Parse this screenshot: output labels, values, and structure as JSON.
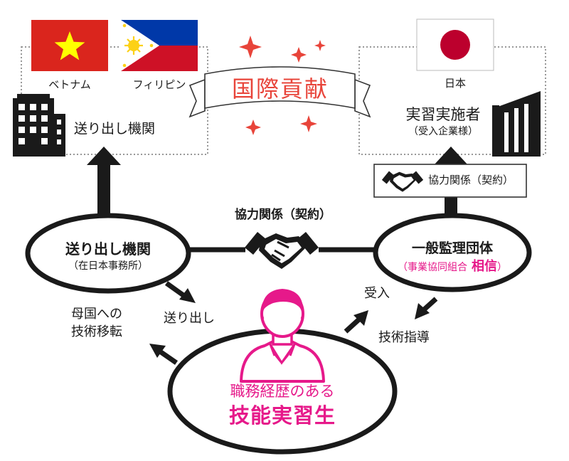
{
  "banner": {
    "title": "国際貢献"
  },
  "flags": {
    "vietnam_label": "ベトナム",
    "philippines_label": "フィリピン",
    "japan_label": "日本"
  },
  "top_left": {
    "building_label": "送り出し機関"
  },
  "top_right": {
    "title": "実習実施者",
    "subtitle": "（受入企業様）"
  },
  "contract_right": {
    "label": "協力関係（契約）"
  },
  "contract_middle": {
    "label": "協力関係（契約）"
  },
  "node_sending": {
    "title": "送り出し機関",
    "subtitle": "（在日本事務所）"
  },
  "node_supervising": {
    "title": "一般監理団体",
    "subtitle": "（事業協同組合",
    "highlight": "相信",
    "close": "）"
  },
  "node_trainee": {
    "line1": "職務経歴のある",
    "line2": "技能実習生"
  },
  "arrows": {
    "send_out": "送り出し",
    "home_transfer_1": "母国への",
    "home_transfer_2": "技術移転",
    "accept": "受入",
    "guidance": "技術指導"
  },
  "colors": {
    "accent_red": "#e8443a",
    "magenta": "#e6198a",
    "ink": "#1a1a1a",
    "vn_red": "#da251d",
    "vn_star": "#ffff00",
    "ph_blue": "#0038a8",
    "ph_red": "#ce1126",
    "ph_sun": "#fcd116",
    "jp_red": "#bc002d"
  }
}
